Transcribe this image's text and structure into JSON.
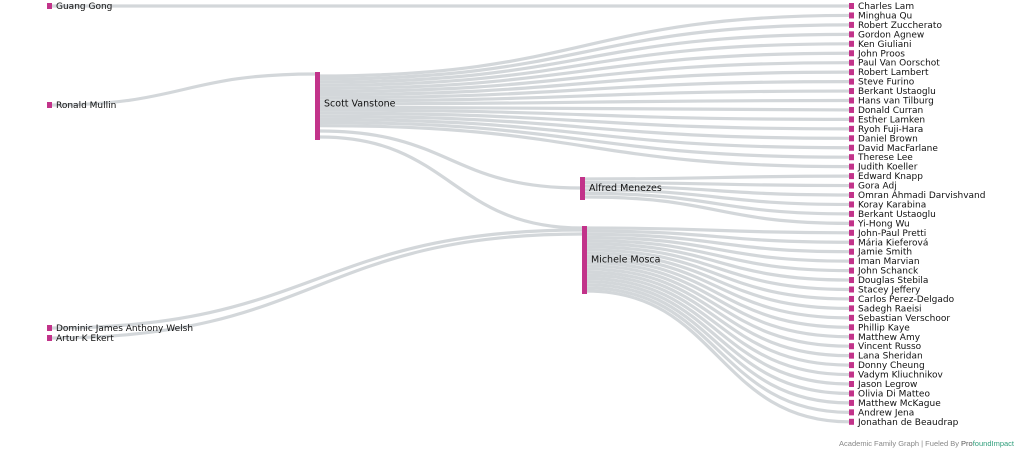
{
  "chart_data": {
    "type": "sankey",
    "nodes": {
      "left": [
        "Guang Gong",
        "Ronald Mullin",
        "Dominic James Anthony Welsh",
        "Artur K Ekert"
      ],
      "middle": [
        "Scott Vanstone",
        "Alfred Menezes",
        "Michele Mosca"
      ],
      "right": [
        "Charles Lam",
        "Minghua Qu",
        "Robert Zuccherato",
        "Gordon Agnew",
        "Ken Giuliani",
        "John Proos",
        "Paul Van Oorschot",
        "Robert Lambert",
        "Steve Furino",
        "Berkant Ustaoglu",
        "Hans van Tilburg",
        "Donald Curran",
        "Esther Lamken",
        "Ryoh Fuji-Hara",
        "Daniel Brown",
        "David MacFarlane",
        "Therese Lee",
        "Judith Koeller",
        "Edward Knapp",
        "Gora Adj",
        "Omran Ahmadi Darvishvand",
        "Koray Karabina",
        "Berkant Ustaoglu",
        "Yi-Hong Wu",
        "John-Paul Pretti",
        "Mária Kieferová",
        "Jamie Smith",
        "Iman Marvian",
        "John Schanck",
        "Douglas Stebila",
        "Stacey Jeffery",
        "Carlos Perez-Delgado",
        "Sadegh Raeisi",
        "Sebastian Verschoor",
        "Phillip Kaye",
        "Matthew Amy",
        "Vincent Russo",
        "Lana Sheridan",
        "Donny Cheung",
        "Vadym Kliuchnikov",
        "Jason Legrow",
        "Olivia Di Matteo",
        "Matthew McKague",
        "Andrew Jena",
        "Jonathan de Beaudrap"
      ]
    },
    "links": [
      {
        "source": "Guang Gong",
        "targets": "right:0"
      },
      {
        "source": "Ronald Mullin",
        "targets": "middle:0"
      },
      {
        "source": "Dominic James Anthony Welsh",
        "targets": "middle:2"
      },
      {
        "source": "Artur K Ekert",
        "targets": "middle:2"
      },
      {
        "source": "Scott Vanstone",
        "targets": "right:1-17"
      },
      {
        "source": "Scott Vanstone",
        "targets": "middle:1"
      },
      {
        "source": "Scott Vanstone",
        "targets": "middle:2"
      },
      {
        "source": "Alfred Menezes",
        "targets": "right:18-23"
      },
      {
        "source": "Michele Mosca",
        "targets": "right:24-44"
      }
    ],
    "colors": {
      "node": "#c2338a",
      "link": "#d3d7da"
    }
  },
  "footer": {
    "prefix": "Academic Family Graph | Fueled By ",
    "brand_a": "Pro",
    "brand_b": "foundImpact"
  }
}
